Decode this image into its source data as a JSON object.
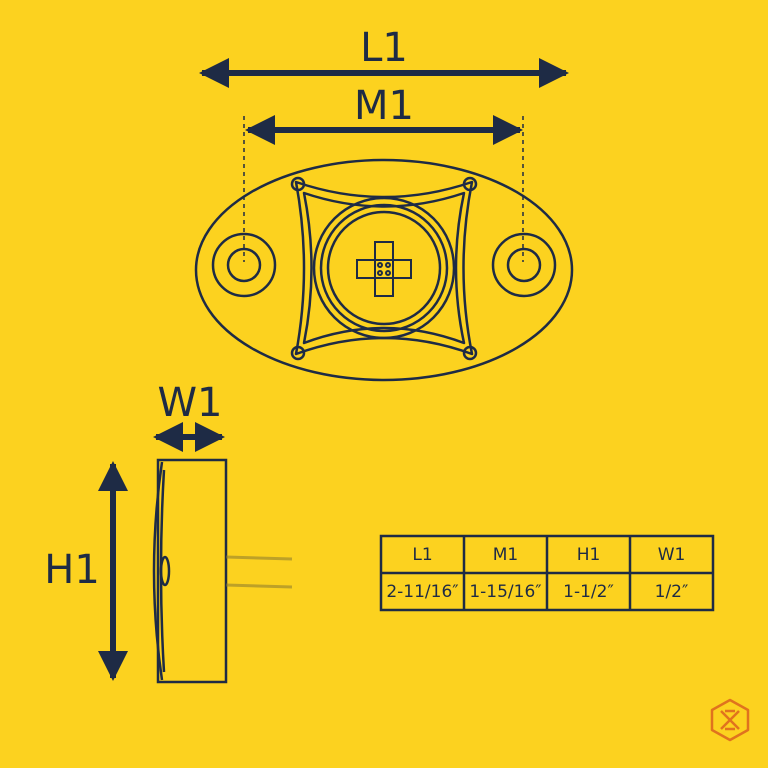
{
  "labels": {
    "length": "L1",
    "mount_spacing": "M1",
    "width": "W1",
    "height": "H1"
  },
  "table": {
    "headers": [
      "L1",
      "M1",
      "H1",
      "W1"
    ],
    "values": [
      "2-11/16″",
      "1-15/16″",
      "1-1/2″",
      "1/2″"
    ]
  },
  "colors": {
    "background": "#FCD21F",
    "ink": "#1E2B45",
    "logo": "#E0731E"
  },
  "icons": {
    "logo": "hexagon-x-logo-icon"
  }
}
